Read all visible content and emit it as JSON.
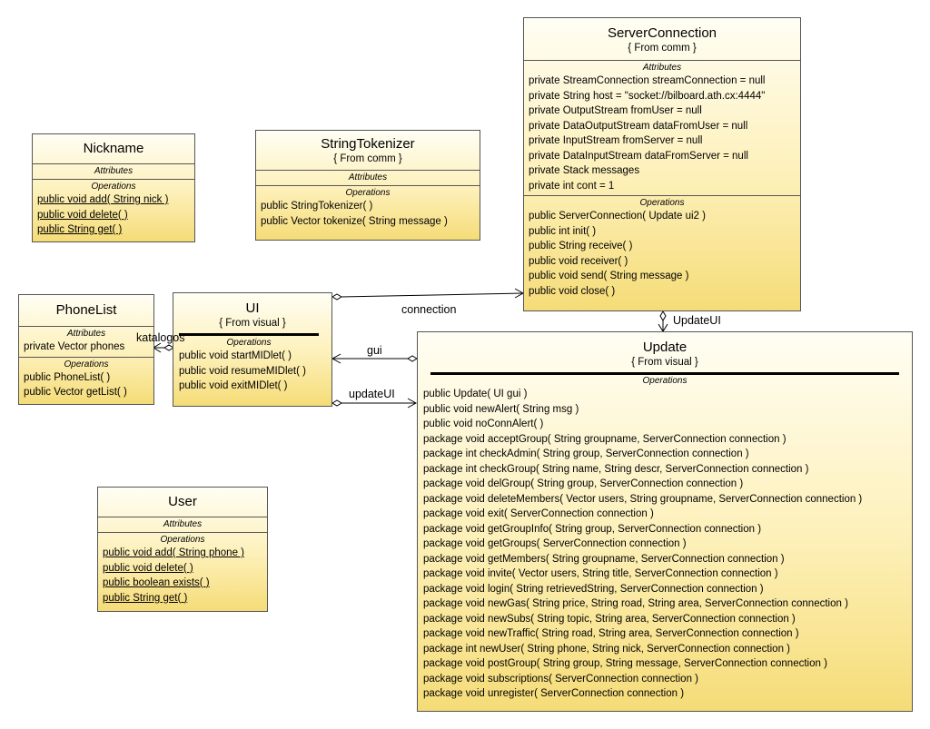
{
  "classes": {
    "nickname": {
      "name": "Nickname",
      "attributes_label": "Attributes",
      "operations_label": "Operations",
      "operations": [
        "public void  add( String nick )",
        "public void  delete( )",
        "public String  get( )"
      ]
    },
    "stringtokenizer": {
      "name": "StringTokenizer",
      "package": "{ From comm }",
      "attributes_label": "Attributes",
      "operations_label": "Operations",
      "operations": [
        "public StringTokenizer( )",
        "public Vector  tokenize( String message )"
      ]
    },
    "serverconnection": {
      "name": "ServerConnection",
      "package": "{ From comm }",
      "attributes_label": "Attributes",
      "attributes": [
        "private StreamConnection streamConnection = null",
        "private String host = \"socket://bilboard.ath.cx:4444\"",
        "private OutputStream fromUser = null",
        "private DataOutputStream dataFromUser = null",
        "private InputStream fromServer = null",
        "private DataInputStream dataFromServer = null",
        "private Stack messages",
        "private int cont = 1"
      ],
      "operations_label": "Operations",
      "operations": [
        "public ServerConnection( Update ui2 )",
        "public int  init( )",
        "public String  receive( )",
        "public void  receiver( )",
        "public void  send( String message )",
        "public void  close( )"
      ]
    },
    "phonelist": {
      "name": "PhoneList",
      "attributes_label": "Attributes",
      "attributes": [
        "private Vector phones"
      ],
      "operations_label": "Operations",
      "operations": [
        "public PhoneList( )",
        "public Vector  getList( )"
      ]
    },
    "ui": {
      "name": "UI",
      "package": "{ From visual }",
      "operations_label": "Operations",
      "operations": [
        "public void  startMIDlet( )",
        "public void  resumeMIDlet( )",
        "public void  exitMIDlet( )"
      ]
    },
    "update": {
      "name": "Update",
      "package": "{ From visual }",
      "operations_label": "Operations",
      "operations": [
        "public Update( UI gui )",
        "public void  newAlert( String msg )",
        "public void  noConnAlert( )",
        "package void  acceptGroup( String groupname, ServerConnection connection )",
        "package int  checkAdmin( String group, ServerConnection connection )",
        "package int  checkGroup( String name, String descr, ServerConnection connection )",
        "package void  delGroup( String group, ServerConnection connection )",
        "package void  deleteMembers( Vector users, String groupname, ServerConnection connection )",
        "package void  exit( ServerConnection connection )",
        "package void  getGroupInfo( String group, ServerConnection connection )",
        "package void  getGroups( ServerConnection connection )",
        "package void  getMembers( String groupname, ServerConnection connection )",
        "package void  invite( Vector users, String title, ServerConnection connection )",
        "package void  login( String retrievedString, ServerConnection connection )",
        "package void  newGas( String price, String road, String area, ServerConnection connection )",
        "package void  newSubs( String topic, String area, ServerConnection connection )",
        "package void  newTraffic( String road, String area, ServerConnection connection )",
        "package int  newUser( String phone, String nick, ServerConnection connection )",
        "package void  postGroup( String group, String message, ServerConnection connection )",
        "package void  subscriptions( ServerConnection connection )",
        "package void  unregister( ServerConnection connection )"
      ]
    },
    "user": {
      "name": "User",
      "attributes_label": "Attributes",
      "operations_label": "Operations",
      "operations": [
        "public void  add( String phone )",
        "public void  delete( )",
        "public boolean  exists( )",
        "public String  get( )"
      ]
    }
  },
  "associations": {
    "connection": "connection",
    "updateui": "UpdateUI",
    "gui": "gui",
    "updateui_lower": "updateUI",
    "katalogos": "katalogos"
  },
  "colors": {
    "box_top": "#fffef4",
    "box_bottom": "#f5dc78",
    "border": "#555555"
  }
}
